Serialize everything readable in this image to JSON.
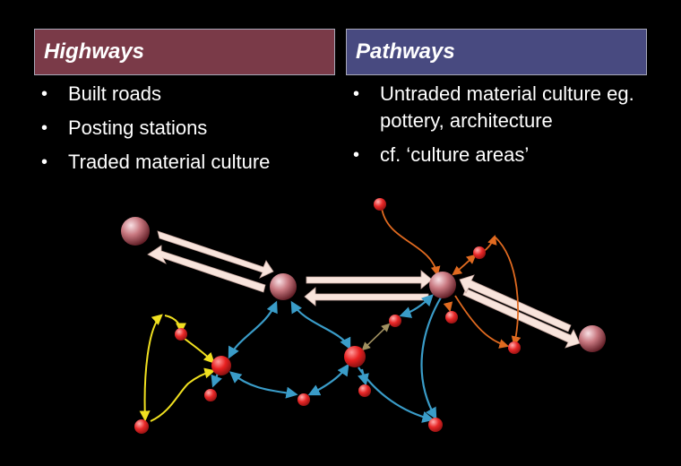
{
  "left_column": {
    "title": "Highways",
    "bullets": [
      "Built roads",
      "Posting stations",
      "Traded material culture"
    ]
  },
  "right_column": {
    "title": "Pathways",
    "bullets": [
      "Untraded material culture eg. pottery, architecture",
      "cf. ‘culture areas’"
    ]
  },
  "colors": {
    "highways_header": "#7a3a48",
    "pathways_header": "#484a80",
    "highway_arrow": "#f8e4dc",
    "blue_path": "#3a9cc8",
    "yellow_path": "#f0e020",
    "orange_path": "#e06a20",
    "large_node": "#c87880",
    "small_node": "#e02020"
  }
}
